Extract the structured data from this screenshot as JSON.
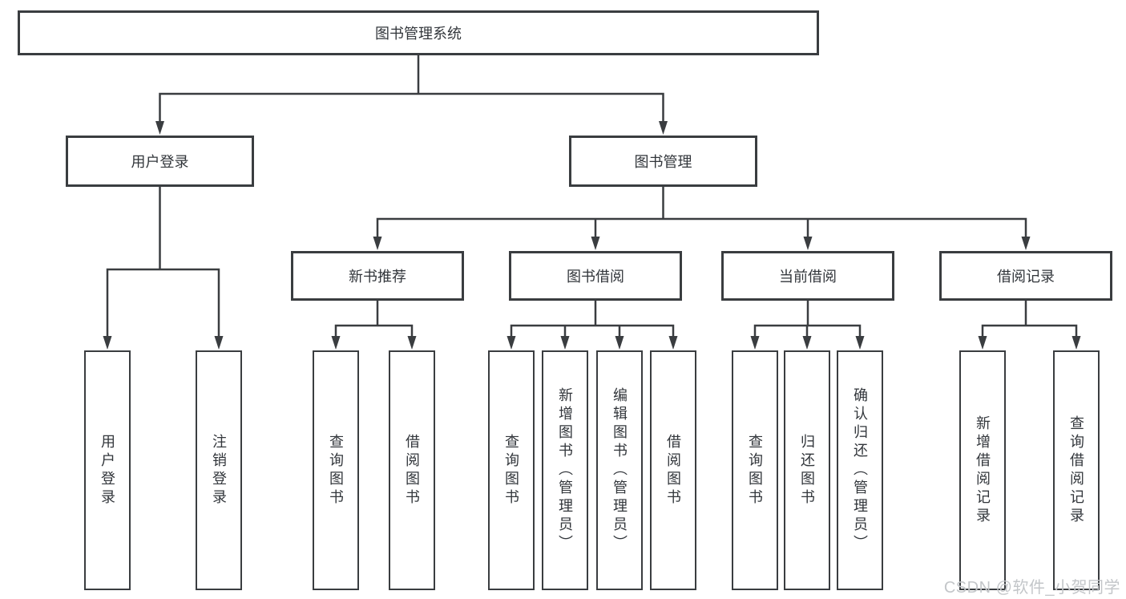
{
  "colors": {
    "line": "#3a3d40",
    "text": "#32363b",
    "watermark": "#c3c6c9",
    "background": "#ffffff"
  },
  "watermark": {
    "text": "CSDN @软件_小贺同学"
  },
  "nodes": {
    "root": {
      "label": "图书管理系统"
    },
    "user_login": {
      "label": "用户登录",
      "children": [
        "用户登录",
        "注销登录"
      ]
    },
    "book_management": {
      "label": "图书管理"
    },
    "new_book": {
      "label": "新书推荐",
      "children": [
        "查询图书",
        "借阅图书"
      ]
    },
    "book_borrow": {
      "label": "图书借阅",
      "children": [
        "查询图书",
        "新增图书（管理员）",
        "编辑图书（管理员）",
        "借阅图书"
      ]
    },
    "current_borrow": {
      "label": "当前借阅",
      "children": [
        "查询图书",
        "归还图书",
        "确认归还（管理员）"
      ]
    },
    "borrow_record": {
      "label": "借阅记录",
      "children": [
        "新增借阅记录",
        "查询借阅记录"
      ]
    }
  }
}
